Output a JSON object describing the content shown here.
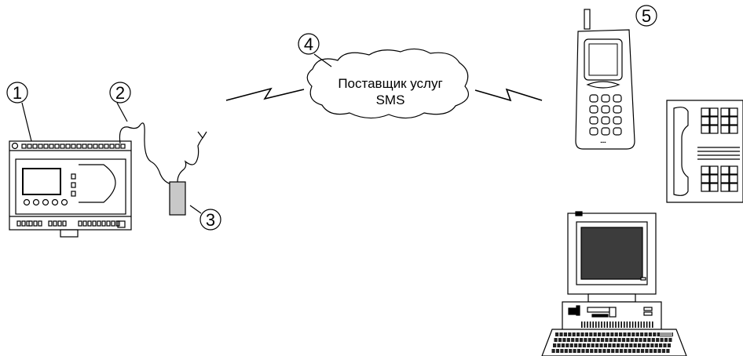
{
  "callouts": {
    "c1": "1",
    "c2": "2",
    "c3": "3",
    "c4": "4",
    "c5": "5"
  },
  "provider": {
    "line1": "Поставщик услуг",
    "line2": "SMS"
  },
  "icons": {
    "controller": "plc-controller-icon",
    "modem": "gsm-modem-icon",
    "antenna": "antenna-icon",
    "mobile": "mobile-phone-icon",
    "desk_phone": "desk-telephone-icon",
    "computer": "desktop-computer-icon",
    "keyboard": "keyboard-icon"
  }
}
